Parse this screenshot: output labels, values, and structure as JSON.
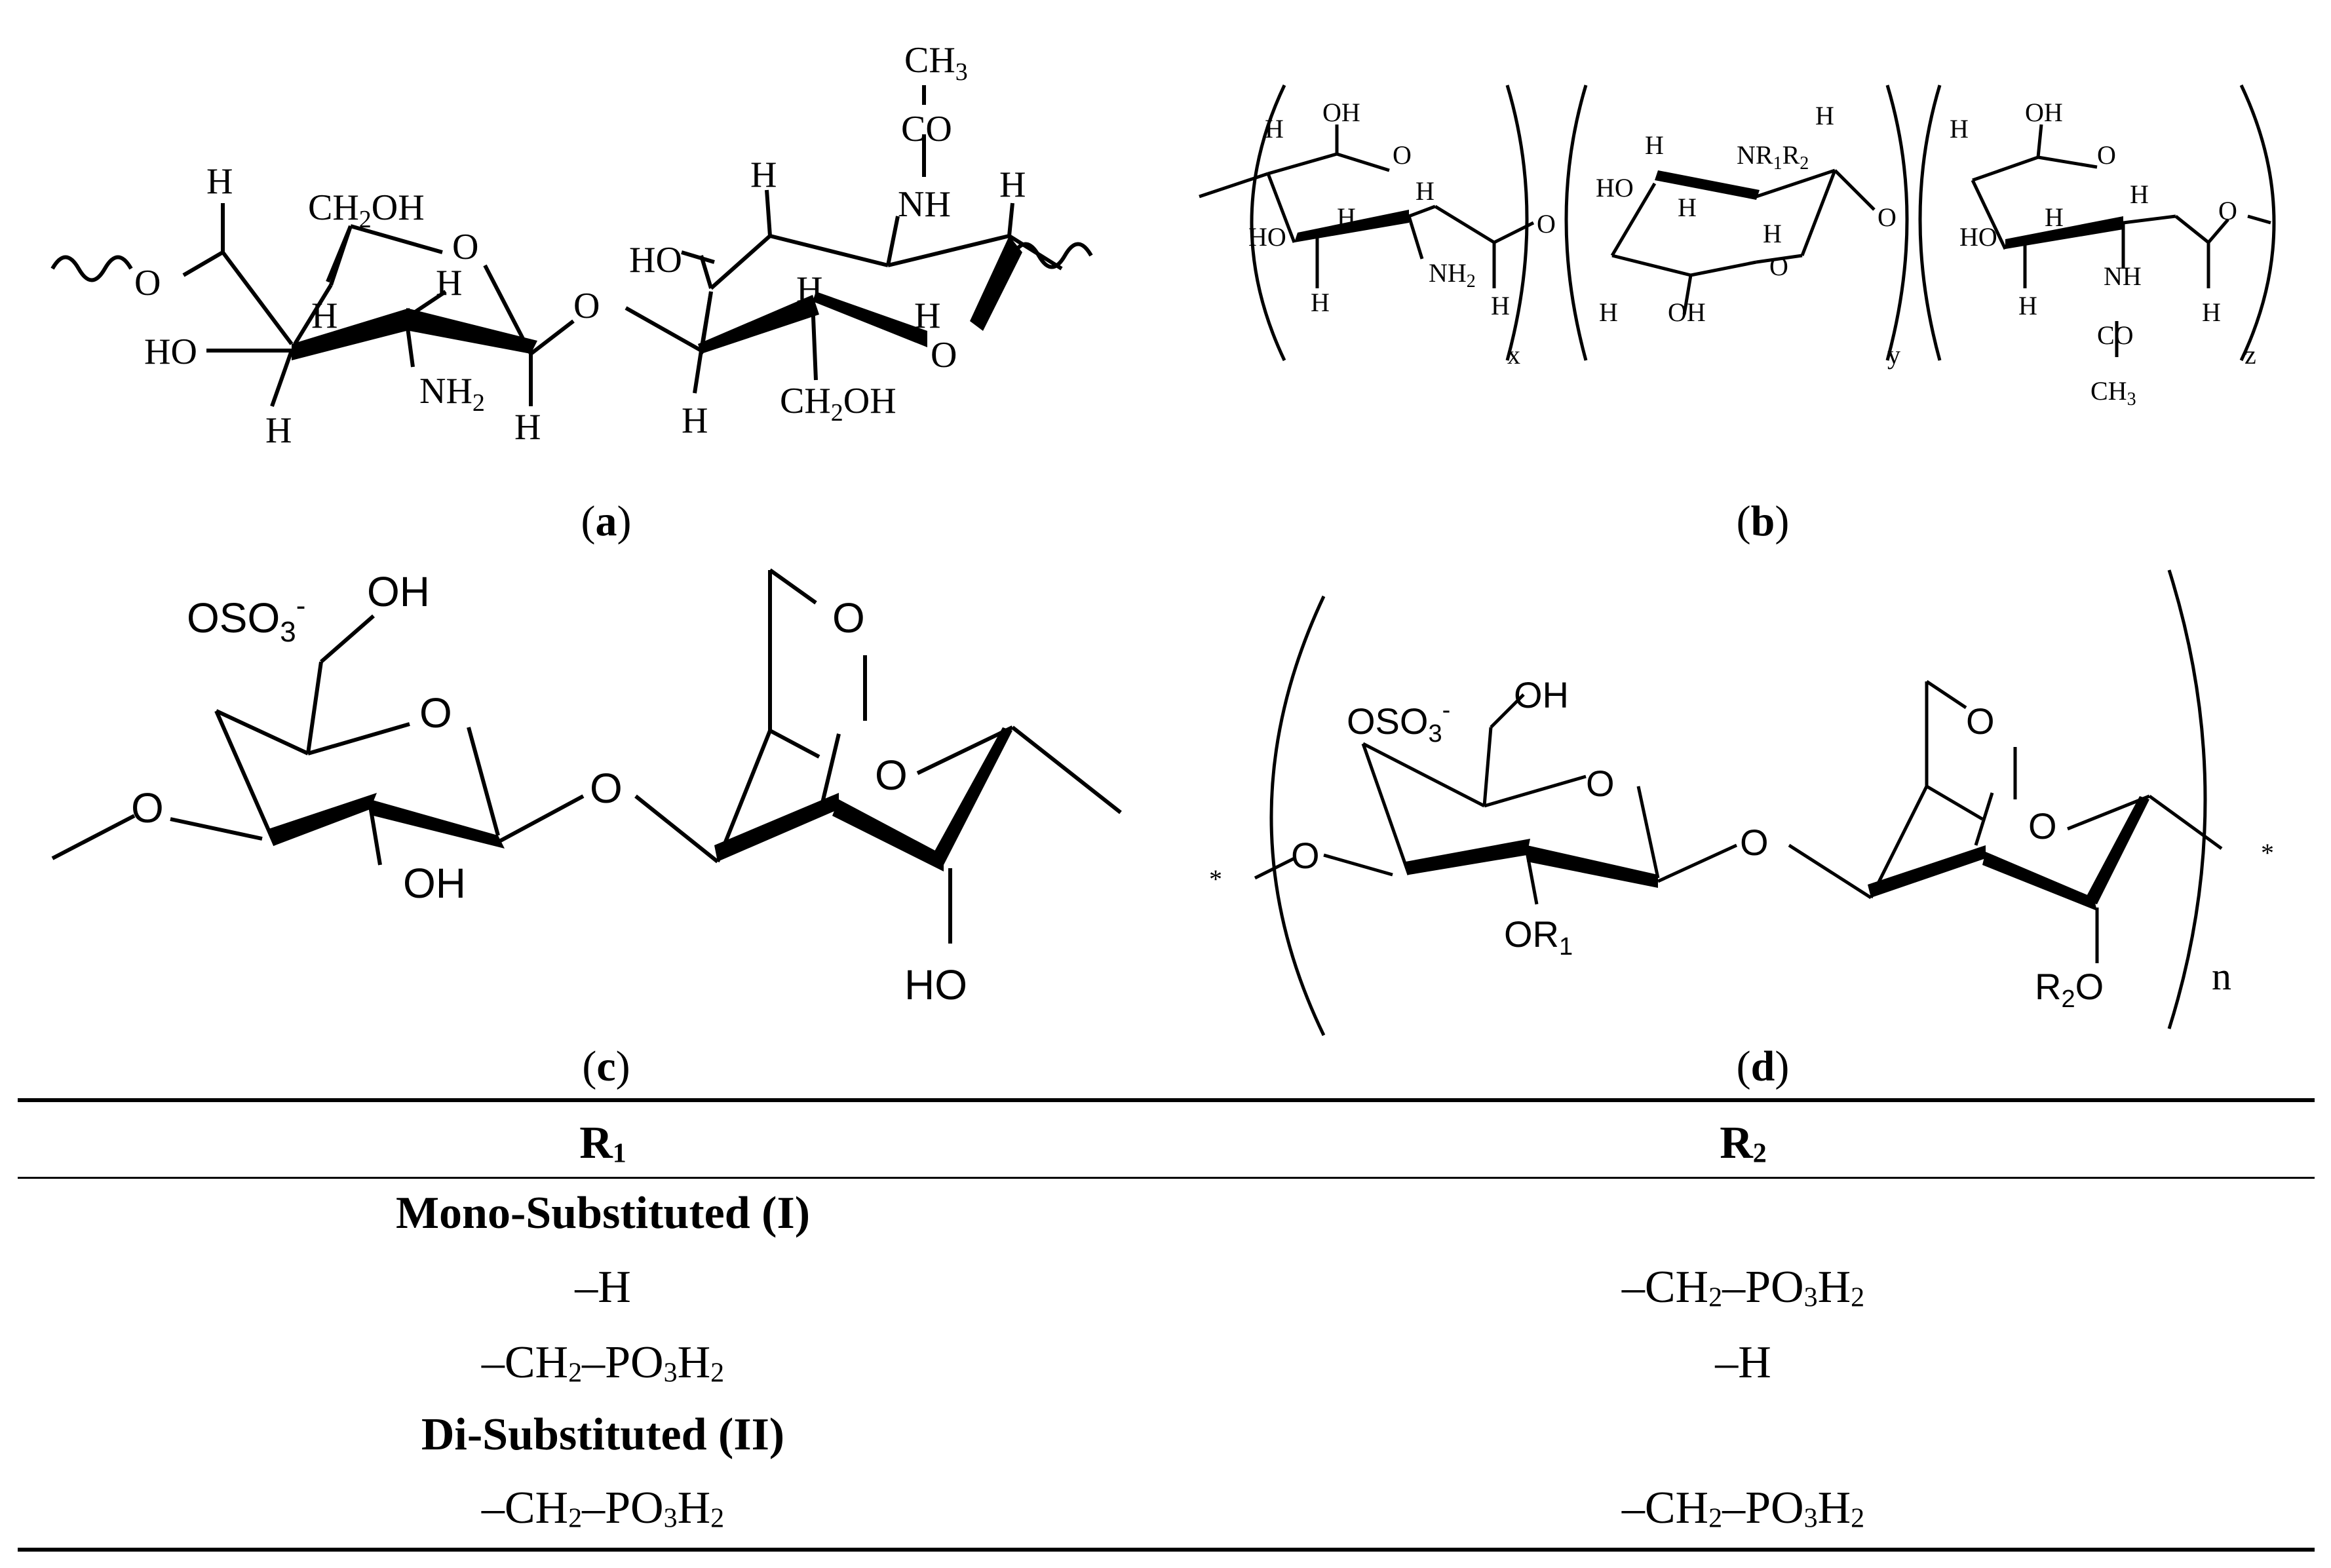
{
  "panels": {
    "a": {
      "caption_letter": "a",
      "labels": {
        "h_top_left": "H",
        "ch2oh_left": "CH2OH",
        "o_ring_left": "O",
        "o_link_left": "O",
        "h_c1": "H",
        "h_c5": "H",
        "ho_left": "HO",
        "nh2": "NH2",
        "h_bottom_left": "H",
        "h_anomeric": "H",
        "o_glyco": "O",
        "ch3": "CH3",
        "co": "CO",
        "nh": "NH",
        "h_top_mid": "H",
        "h_top_right": "H",
        "ho_right": "HO",
        "h_c5_right": "H",
        "h_c1_right": "H",
        "o_ring_right": "O",
        "h_bottom_right": "H",
        "ch2oh_right": "CH2OH"
      }
    },
    "b": {
      "caption_letter": "b",
      "labels": {
        "oh1": "OH",
        "h1": "H",
        "o_ring1": "O",
        "h1b": "H",
        "h1c": "H",
        "ho1": "HO",
        "nh2": "NH2",
        "h1d": "H",
        "h1e": "H",
        "o_link1": "O",
        "x": "x",
        "h2": "H",
        "nr1r2": "NR1R2",
        "h2b": "H",
        "ho2": "HO",
        "h2c": "H",
        "h2d": "H",
        "o_ring2": "O",
        "oh2": "OH",
        "h2e": "H",
        "y": "y",
        "o_link2": "O",
        "oh3": "OH",
        "h3": "H",
        "o_ring3": "O",
        "h3b": "H",
        "h3c": "H",
        "ho3": "HO",
        "nh3": "NH",
        "h3d": "H",
        "h3e": "H",
        "co3": "CO",
        "ch3": "CH3",
        "o_link3": "O",
        "z": "z"
      }
    },
    "c": {
      "caption_letter": "c",
      "labels": {
        "oso3": "OSO3-",
        "oh_top": "OH",
        "o_ring": "O",
        "o_left": "O",
        "oh_bottom": "OH",
        "o_glyco": "O",
        "o_bridge": "O",
        "o_ring2": "O",
        "ho": "HO"
      }
    },
    "d": {
      "caption_letter": "d",
      "labels": {
        "oso3": "OSO3-",
        "oh_top": "OH",
        "o_ring": "O",
        "o_left": "O",
        "or1": "OR1",
        "o_glyco": "O",
        "o_bridge": "O",
        "o_ring2": "O",
        "r2o": "R2O",
        "n": "n",
        "star_left": "*",
        "star_right": "*"
      }
    }
  },
  "table": {
    "headers": [
      "R1",
      "R2"
    ],
    "groups": [
      {
        "title": "Mono-Substituted (I)",
        "rows": [
          {
            "r1": "–H",
            "r2": "–CH2–PO3H2"
          },
          {
            "r1": "–CH2–PO3H2",
            "r2": "–H"
          }
        ]
      },
      {
        "title": "Di-Substituted (II)",
        "rows": [
          {
            "r1": "–CH2–PO3H2",
            "r2": "–CH2–PO3H2"
          }
        ]
      }
    ]
  }
}
